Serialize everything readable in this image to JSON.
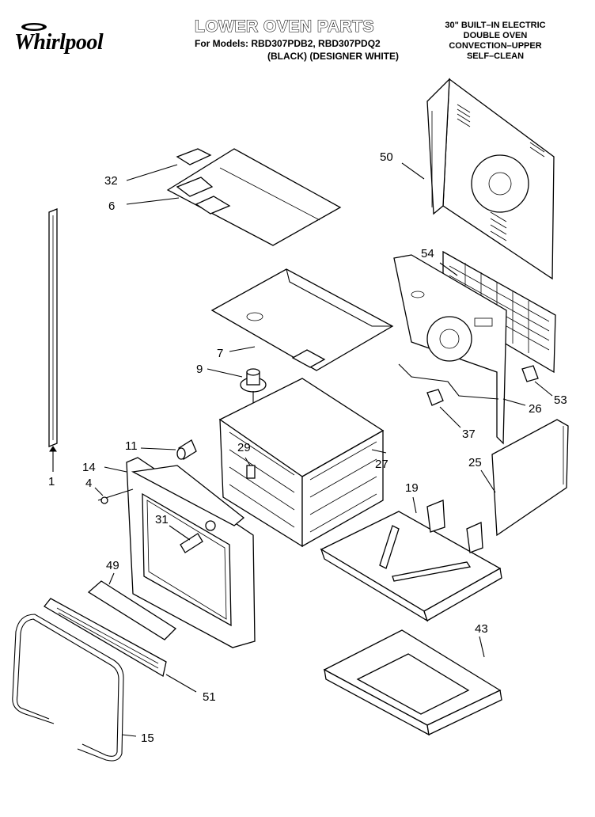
{
  "header": {
    "brand": "Whirlpool",
    "title": "LOWER OVEN PARTS",
    "models_line": "For Models: RBD307PDB2, RBD307PDQ2",
    "colors_line": "(BLACK)  (DESIGNER WHITE)",
    "spec_lines": [
      "30\" BUILT–IN ELECTRIC",
      "DOUBLE OVEN",
      "CONVECTION–UPPER",
      "SELF–CLEAN"
    ]
  },
  "callouts": {
    "c50": "50",
    "c32": "32",
    "c6": "6",
    "c54": "54",
    "c7": "7",
    "c9": "9",
    "c53": "53",
    "c26": "26",
    "c37": "37",
    "c11": "11",
    "c29": "29",
    "c27": "27",
    "c25": "25",
    "c14": "14",
    "c4": "4",
    "c1": "1",
    "c19": "19",
    "c31": "31",
    "c49": "49",
    "c43": "43",
    "c51": "51",
    "c15": "15"
  }
}
